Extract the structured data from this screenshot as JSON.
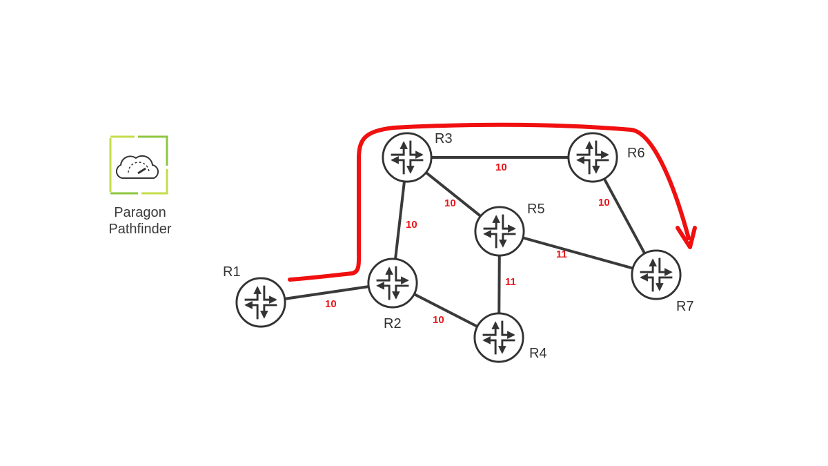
{
  "logo": {
    "line1": "Paragon",
    "line2": "Pathfinder",
    "icon": "cloud-speedometer-icon"
  },
  "routers": [
    {
      "id": "R1",
      "label": "R1"
    },
    {
      "id": "R2",
      "label": "R2"
    },
    {
      "id": "R3",
      "label": "R3"
    },
    {
      "id": "R4",
      "label": "R4"
    },
    {
      "id": "R5",
      "label": "R5"
    },
    {
      "id": "R6",
      "label": "R6"
    },
    {
      "id": "R7",
      "label": "R7"
    }
  ],
  "links": [
    {
      "from": "R1",
      "to": "R2",
      "cost": "10"
    },
    {
      "from": "R2",
      "to": "R3",
      "cost": "10"
    },
    {
      "from": "R2",
      "to": "R4",
      "cost": "10"
    },
    {
      "from": "R3",
      "to": "R5",
      "cost": "10"
    },
    {
      "from": "R3",
      "to": "R6",
      "cost": "10"
    },
    {
      "from": "R5",
      "to": "R4",
      "cost": "11"
    },
    {
      "from": "R5",
      "to": "R7",
      "cost": "11"
    },
    {
      "from": "R6",
      "to": "R7",
      "cost": "10"
    }
  ],
  "path": {
    "route": [
      "R1",
      "R3",
      "R6",
      "R7"
    ],
    "color": "#f01010"
  },
  "colors": {
    "link": "#3a3a3a",
    "cost": "#e8161b",
    "logo_green": "#8cc63f"
  }
}
